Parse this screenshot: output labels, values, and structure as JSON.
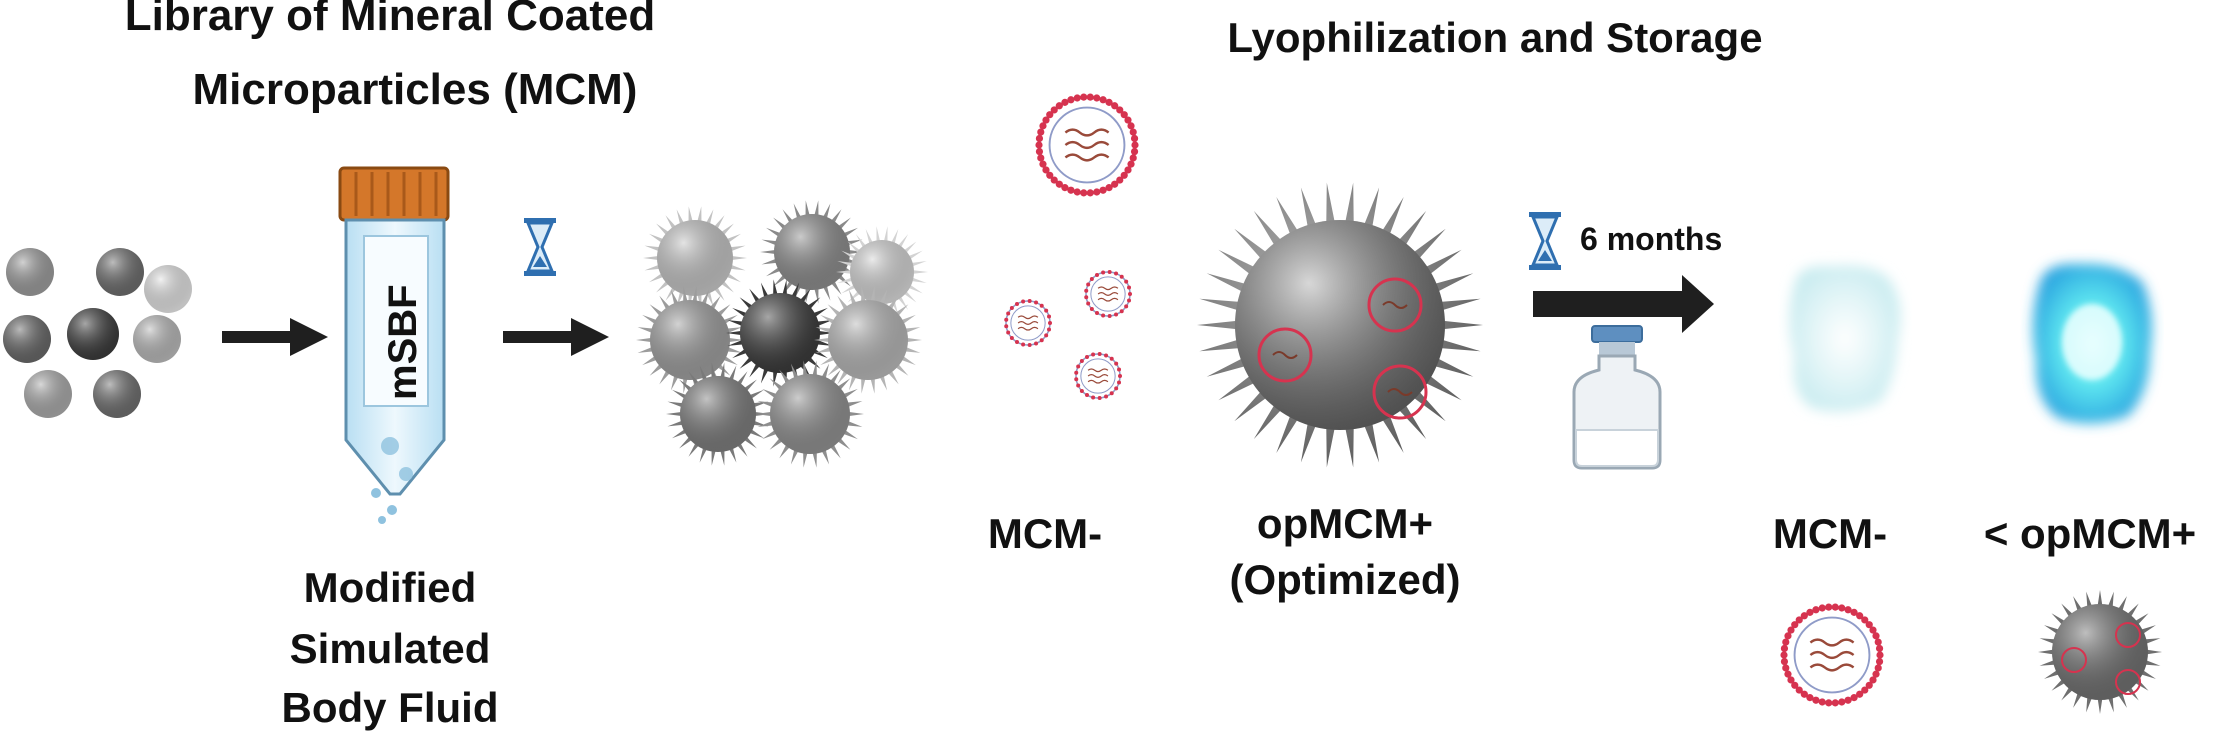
{
  "left_panel": {
    "title_line1": "Library of Mineral Coated",
    "title_line2": "Microparticles (MCM)",
    "tube_label": "mSBF",
    "caption_line1": "Modified",
    "caption_line2": "Simulated",
    "caption_line3": "Body Fluid"
  },
  "right_panel": {
    "title": "Lyophilization and Storage",
    "mcm_minus_label": "MCM-",
    "opmcm_label_line1": "opMCM+",
    "opmcm_label_line2": "(Optimized)",
    "duration_label": "6 months",
    "comparison_left": "MCM-",
    "comparison_right": "< opMCM+"
  },
  "icons": {
    "hourglass": "hourglass-icon",
    "arrow": "right-arrow-icon",
    "vial": "vial-icon"
  },
  "colors": {
    "cap_orange": "#d4772a",
    "arrow_dark": "#1f1f1f",
    "liposome_red": "#d6334f",
    "hourglass_blue": "#2f6fb0",
    "glow_cyan": "#2fd6e6"
  }
}
